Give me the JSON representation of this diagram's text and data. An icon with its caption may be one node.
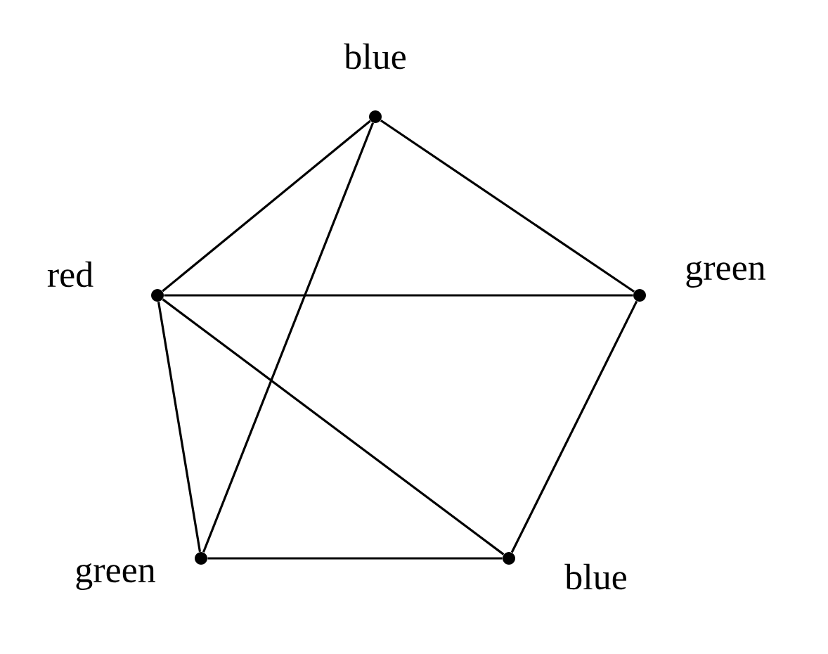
{
  "diagram": {
    "nodes": [
      {
        "text": [],
        "shape": "circle",
        "beside": [
          "blue"
        ]
      },
      {
        "text": [],
        "shape": "circle",
        "beside": [
          "red"
        ]
      },
      {
        "text": [],
        "shape": "circle",
        "beside": [
          "green"
        ]
      },
      {
        "text": [],
        "shape": "circle",
        "beside": [
          "green"
        ]
      },
      {
        "text": [],
        "shape": "circle",
        "beside": [
          "blue"
        ]
      }
    ],
    "edges": [
      {
        "from": 0,
        "to": 1,
        "arrow": "none"
      },
      {
        "from": 0,
        "to": 2,
        "arrow": "none"
      },
      {
        "from": 0,
        "to": 3,
        "arrow": "none"
      },
      {
        "from": 1,
        "to": 2,
        "arrow": "none"
      },
      {
        "from": 1,
        "to": 3,
        "arrow": "none"
      },
      {
        "from": 1,
        "to": 4,
        "arrow": "none"
      },
      {
        "from": 2,
        "to": 4,
        "arrow": "none"
      },
      {
        "from": 3,
        "to": 4,
        "arrow": "none"
      }
    ]
  }
}
